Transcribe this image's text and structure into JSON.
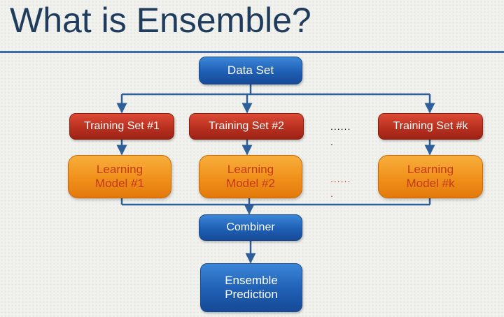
{
  "title": "What is Ensemble?",
  "nodes": {
    "data_set": "Data Set",
    "training_sets": [
      "Training Set #1",
      "Training Set #2",
      "Training Set #k"
    ],
    "learning_models": [
      [
        "Learning",
        "Model #1"
      ],
      [
        "Learning",
        "Model #2"
      ],
      [
        "Learning",
        "Model #k"
      ]
    ],
    "combiner": "Combiner",
    "ensemble_prediction": [
      "Ensemble",
      "Prediction"
    ]
  },
  "ellipsis": {
    "row": "......",
    "tail": "."
  },
  "colors": {
    "title": "#1f3c5c",
    "rule": "#3e6da3",
    "blue_node": "#1f5fb4",
    "red_node": "#b9301f",
    "orange_node": "#f0901a",
    "orange_text": "#c43a1a",
    "connector": "#2f5f98"
  }
}
